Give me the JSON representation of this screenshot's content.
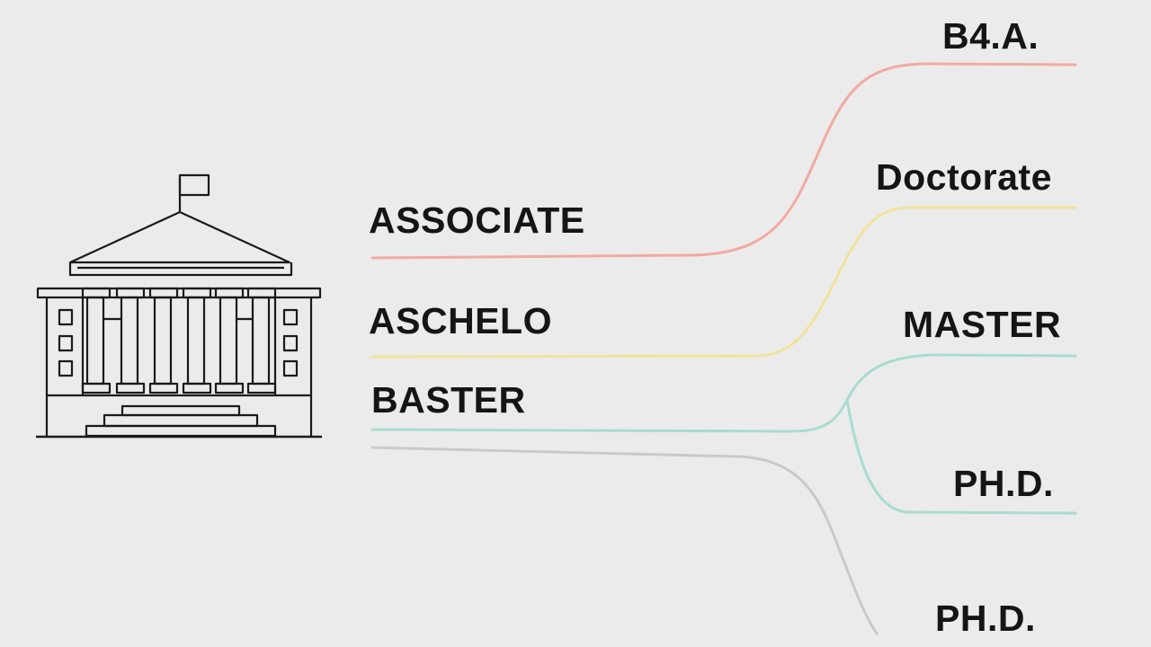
{
  "left_labels": [
    {
      "text": "ASSOCIATE"
    },
    {
      "text": "ASCHELO"
    },
    {
      "text": "BASTER"
    }
  ],
  "right_labels": [
    {
      "text": "B4.A."
    },
    {
      "text": "Doctorate"
    },
    {
      "text": "MASTER"
    },
    {
      "text": "PH.D."
    },
    {
      "text": "PH.D."
    }
  ],
  "branches": [
    {
      "name": "salmon-branch",
      "color": "#f2aaa0"
    },
    {
      "name": "yellow-branch",
      "color": "#f0e39a"
    },
    {
      "name": "teal-branch",
      "color": "#a8dcd0"
    },
    {
      "name": "grey-branch",
      "color": "#c9c9c9"
    }
  ],
  "icon": {
    "name": "university-building-icon",
    "color": "#1a1a1a"
  }
}
